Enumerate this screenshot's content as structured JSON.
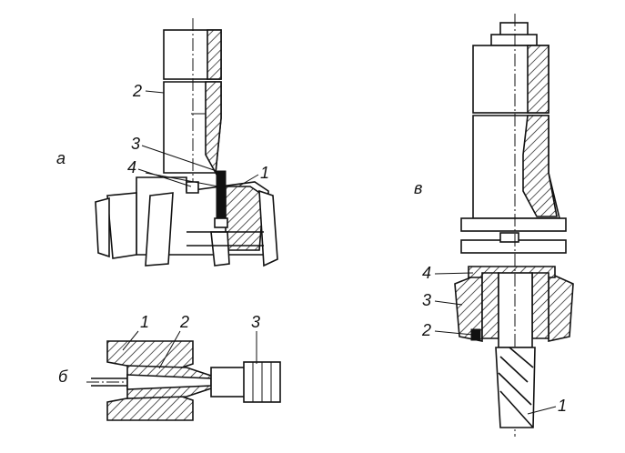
{
  "views": {
    "a": {
      "letter": "а",
      "labels": [
        "1",
        "2",
        "3",
        "4"
      ]
    },
    "b": {
      "letter": "б",
      "labels": [
        "1",
        "2",
        "3"
      ]
    },
    "v": {
      "letter": "в",
      "labels": [
        "1",
        "2",
        "3",
        "4"
      ]
    }
  }
}
